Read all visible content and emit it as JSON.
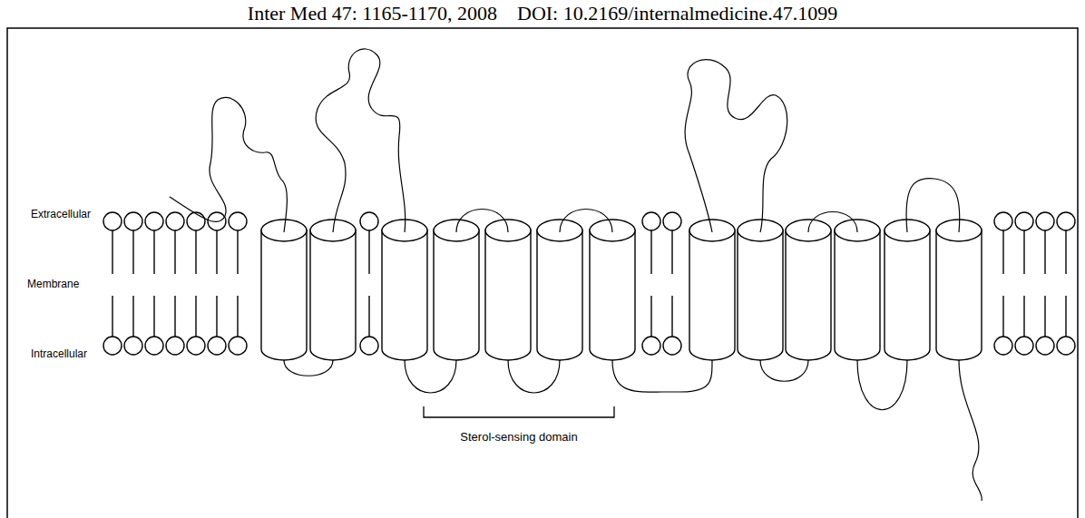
{
  "diagram": {
    "title": "Inter Med 47: 1165-1170, 2008    DOI: 10.2169/internalmedicine.47.1099",
    "labels": [
      "Extracellular",
      "Membrane",
      "Intracellular",
      "Sterol-sensing domain"
    ]
  }
}
